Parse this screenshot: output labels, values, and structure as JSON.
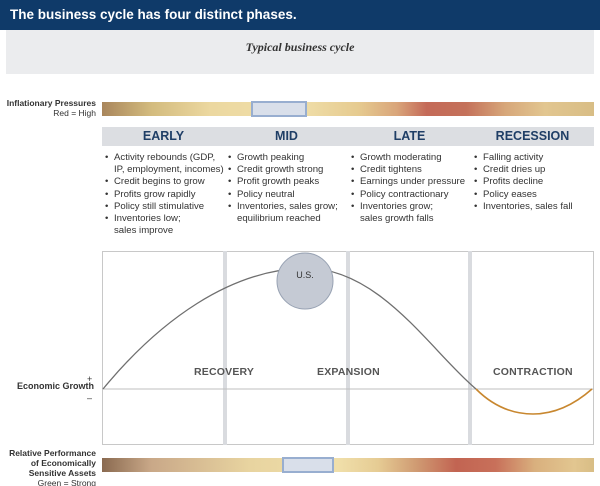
{
  "header": {
    "title": "The business cycle has four distinct phases."
  },
  "subtitle": "Typical business cycle",
  "inflation": {
    "label": "Inflationary Pressures",
    "sublabel": "Red = High"
  },
  "phases": [
    {
      "name": "EARLY",
      "bullets": [
        "Activity rebounds (GDP,",
        "IP, employment, incomes)",
        "Credit begins to grow",
        "Profits grow rapidly",
        "Policy still stimulative",
        "Inventories low;",
        "sales improve"
      ],
      "bullet_groups": [
        [
          0,
          1
        ],
        [
          2
        ],
        [
          3
        ],
        [
          4
        ],
        [
          5,
          6
        ]
      ]
    },
    {
      "name": "MID",
      "bullets": [
        "Growth peaking",
        "Credit growth strong",
        "Profit growth peaks",
        "Policy neutral",
        "Inventories, sales grow;",
        "equilibrium reached"
      ],
      "bullet_groups": [
        [
          0
        ],
        [
          1
        ],
        [
          2
        ],
        [
          3
        ],
        [
          4,
          5
        ]
      ]
    },
    {
      "name": "LATE",
      "bullets": [
        "Growth moderating",
        "Credit tightens",
        "Earnings under pressure",
        "Policy contractionary",
        "Inventories grow;",
        "sales growth falls"
      ],
      "bullet_groups": [
        [
          0
        ],
        [
          1
        ],
        [
          2
        ],
        [
          3
        ],
        [
          4,
          5
        ]
      ]
    },
    {
      "name": "RECESSION",
      "bullets": [
        "Falling activity",
        "Credit dries up",
        "Profits decline",
        "Policy eases",
        "Inventories, sales fall"
      ],
      "bullet_groups": [
        [
          0
        ],
        [
          1
        ],
        [
          2
        ],
        [
          3
        ],
        [
          4
        ]
      ]
    }
  ],
  "cycle": {
    "regions": [
      "RECOVERY",
      "EXPANSION",
      "CONTRACTION"
    ],
    "marker": "U.S.",
    "axis_label": "Economic Growth",
    "plus": "+",
    "minus": "–",
    "colors": {
      "curve": "#6f6f6f",
      "contraction_curve": "#c8872f",
      "marker_fill": "#c5cad4",
      "marker_stroke": "#98a2b3"
    }
  },
  "performance": {
    "label": "Relative Performance of Economically Sensitive Assets",
    "sublabel": "Green = Strong"
  }
}
